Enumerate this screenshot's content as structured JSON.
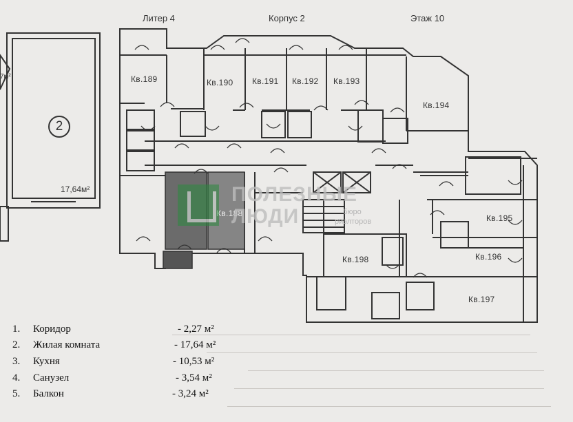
{
  "header": {
    "liter": "Литер 4",
    "korpus": "Корпус 2",
    "etazh": "Этаж 10"
  },
  "apartments": [
    {
      "label": "Кв.189"
    },
    {
      "label": "Кв.190"
    },
    {
      "label": "Кв.191"
    },
    {
      "label": "Кв.192"
    },
    {
      "label": "Кв.193"
    },
    {
      "label": "Кв.194"
    },
    {
      "label": "Кв.188"
    },
    {
      "label": "Кв.198"
    },
    {
      "label": "Кв.195"
    },
    {
      "label": "Кв.196"
    },
    {
      "label": "Кв.197"
    }
  ],
  "inset": {
    "room_number": "2",
    "area": "17,64м²",
    "partial_area": "7м²"
  },
  "watermark": {
    "line1": "ПОЛЕЗНЫЕ",
    "line2": "ЛЮДИ",
    "sub1": "бюро",
    "sub2": "риэлторов",
    "brand_color": "#2b8a3e"
  },
  "highlight_color": "#6b6b6b",
  "legend": [
    {
      "num": "1.",
      "name": "Коридор",
      "area": "- 2,27 м²"
    },
    {
      "num": "2.",
      "name": "Жилая комната",
      "area": "- 17,64 м²"
    },
    {
      "num": "3.",
      "name": "Кухня",
      "area": "- 10,53 м²"
    },
    {
      "num": "4.",
      "name": "Санузел",
      "area": "- 3,54 м²"
    },
    {
      "num": "5.",
      "name": "Балкон",
      "area": "- 3,24 м²"
    }
  ]
}
